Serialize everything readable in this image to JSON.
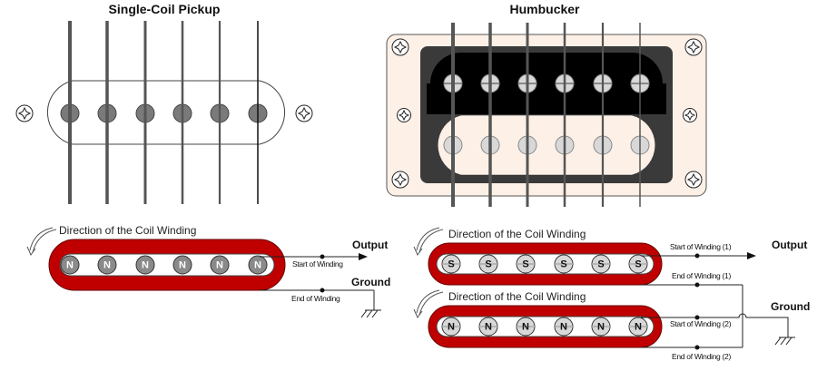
{
  "single_coil": {
    "title": "Single-Coil Pickup",
    "coil_caption": "Direction of the Coil Winding",
    "poles": [
      "N",
      "N",
      "N",
      "N",
      "N",
      "N"
    ],
    "output_label": "Output",
    "ground_label": "Ground",
    "start_label": "Start of Winding",
    "end_label": "End of Winding"
  },
  "humbucker": {
    "title": "Humbucker",
    "coil1_caption": "Direction of the Coil Winding",
    "coil2_caption": "Direction of the Coil Winding",
    "coil1_poles": [
      "S",
      "S",
      "S",
      "S",
      "S",
      "S"
    ],
    "coil2_poles": [
      "N",
      "N",
      "N",
      "N",
      "N",
      "N"
    ],
    "output_label": "Output",
    "ground_label": "Ground",
    "start1_label": "Start of Winding  (1)",
    "end1_label": "End of Winding  (1)",
    "start2_label": "Start of Winding  (2)",
    "end2_label": "End of Winding  (2)"
  },
  "colors": {
    "coil_red": "#c00000",
    "bobbin_black": "#000000",
    "bezel_dark": "#3a3a3a",
    "cream": "#fdf0e6",
    "pole_grey": "#8a8a8a",
    "pole_light": "#d8d8d8"
  }
}
